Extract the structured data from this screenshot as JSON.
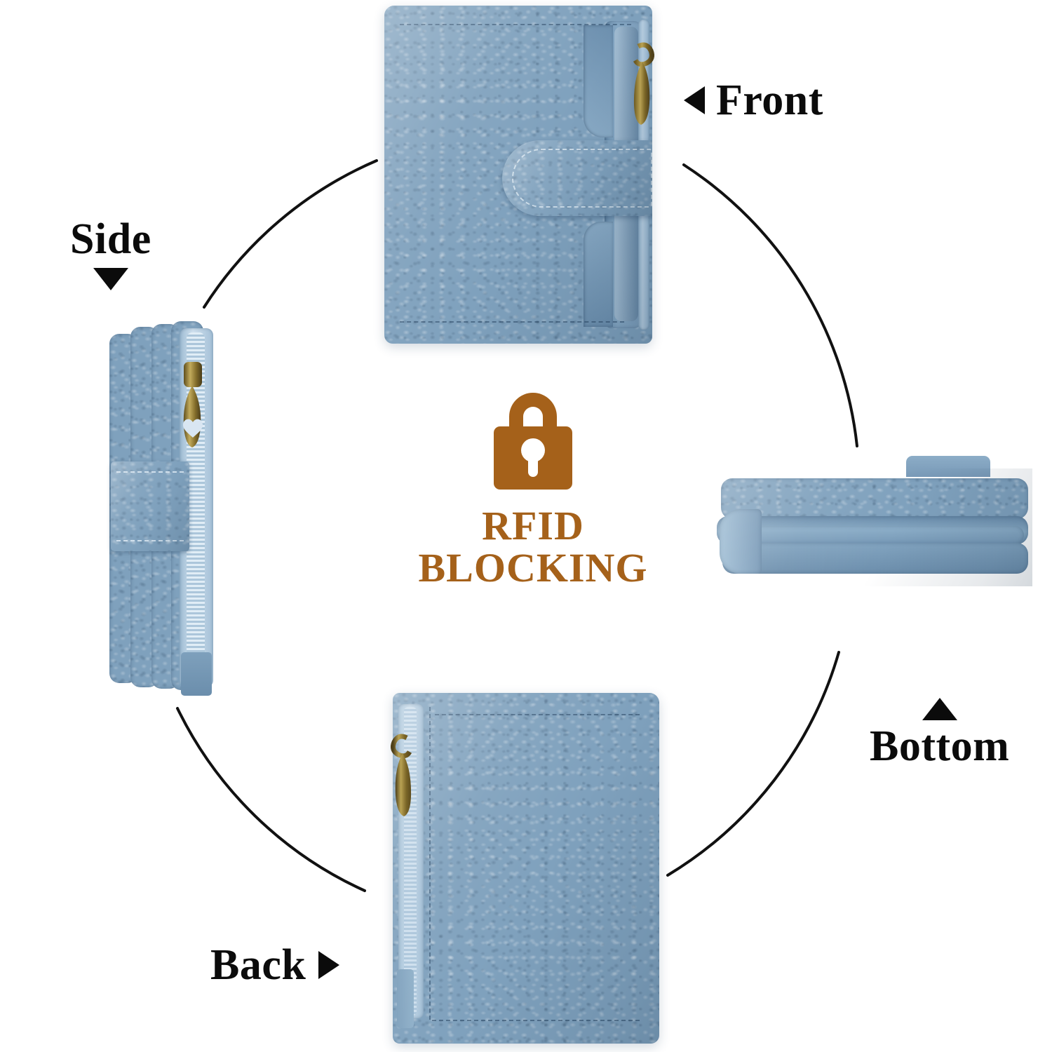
{
  "page": {
    "type": "product-infographic",
    "subject": "RFID blocking bifold leather wallet",
    "background_color": "#ffffff",
    "layout": "four product views arranged around a circular arc with a central RFID badge"
  },
  "badge": {
    "icon": "padlock-icon",
    "line1": "RFID",
    "line2": "BLOCKING",
    "color": "#a5611a"
  },
  "callouts": [
    {
      "id": "front",
      "label": "Front",
      "marker": "triangle-left",
      "marker_glyph": "◀"
    },
    {
      "id": "side",
      "label": "Side",
      "marker": "triangle-down",
      "marker_glyph": "▼"
    },
    {
      "id": "bottom",
      "label": "Bottom",
      "marker": "triangle-up",
      "marker_glyph": "▲"
    },
    {
      "id": "back",
      "label": "Back",
      "marker": "triangle-right",
      "marker_glyph": "▶"
    }
  ],
  "product": {
    "material": "pebbled-grain leather",
    "leather_color": "#7fa1bd",
    "zipper_tape_color": "#b6cde0",
    "hardware_color": "#8a7434",
    "stitch_color": "#2a4a68",
    "views": [
      {
        "id": "front-view",
        "name": "Front",
        "features": [
          "snap strap closure",
          "side zipper pocket",
          "brass zipper pull"
        ]
      },
      {
        "id": "side-view",
        "name": "Side",
        "features": [
          "folded leather layers",
          "wrap band",
          "full-length zipper",
          "heart-shaped pull charm"
        ]
      },
      {
        "id": "bottom-view",
        "name": "Bottom",
        "features": [
          "folded edge layers",
          "flat profile"
        ]
      },
      {
        "id": "back-view",
        "name": "Back",
        "features": [
          "plain leather panel",
          "edge zipper",
          "brass zipper pull"
        ]
      }
    ]
  },
  "decor": {
    "arc_color": "#111111",
    "arc_count": 4
  }
}
